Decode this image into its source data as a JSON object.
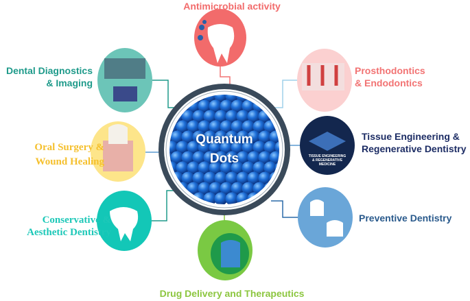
{
  "center": {
    "line1": "Quantum",
    "line2": "Dots"
  },
  "nodes": {
    "antimicrobial": {
      "label": "Antimicrobial activity",
      "color": "#f26b6b"
    },
    "diagnostics": {
      "line1": "Dental Diagnostics",
      "line2": "& Imaging",
      "color": "#1e9a8a"
    },
    "prosthodontics": {
      "line1": "Prosthodontics",
      "line2": "& Endodontics",
      "color": "#f27373"
    },
    "oral_surgery": {
      "line1": "Oral Surgery &",
      "line2": "Wound Healing",
      "color": "#f5c02e"
    },
    "tissue": {
      "line1": "Tissue Engineering &",
      "line2": "Regenerative Dentistry",
      "color": "#1c2c64",
      "badge": [
        "TISSUE ENGINEERING",
        "& REGENERATIVE",
        "MEDICINE"
      ]
    },
    "conservative": {
      "line1": "Conservative &",
      "line2": "Aesthetic Dentistry",
      "color": "#1dc8b8"
    },
    "preventive": {
      "label": "Preventive Dentistry",
      "color": "#2a5a8c"
    },
    "drug": {
      "label": "Drug Delivery and Therapeutics",
      "color": "#8cc63f"
    }
  }
}
